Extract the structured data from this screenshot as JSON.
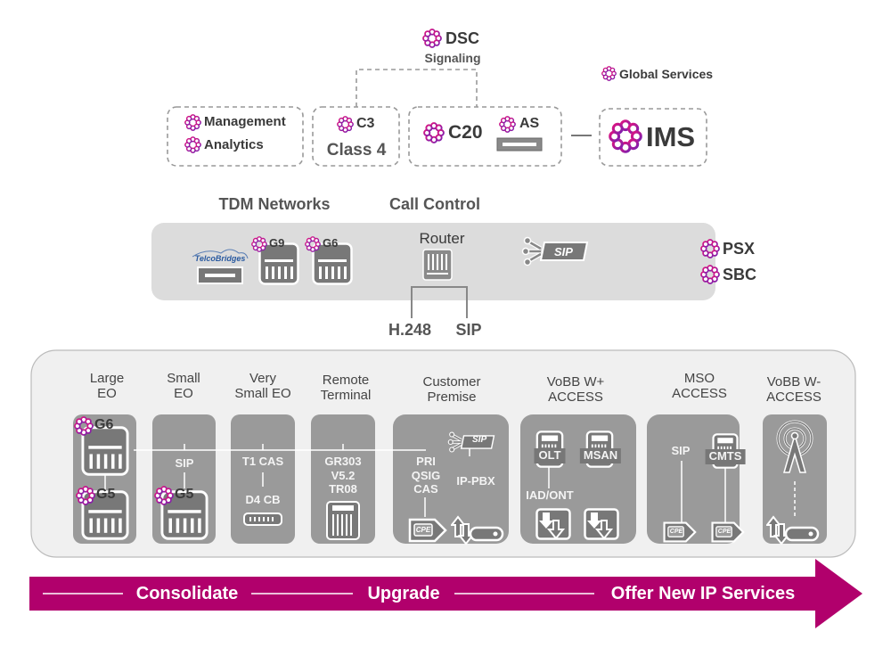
{
  "top": {
    "dsc": "DSC",
    "signaling": "Signaling",
    "global_services": "Global Services",
    "management": "Management",
    "analytics": "Analytics",
    "c3": "C3",
    "class4": "Class 4",
    "c20": "C20",
    "as": "AS",
    "ims": "IMS"
  },
  "middle": {
    "tdm_networks": "TDM Networks",
    "call_control": "Call Control",
    "telcobridges": "TelcoBridges",
    "g9": "G9",
    "g6": "G6",
    "router": "Router",
    "sip_badge": "SIP",
    "h248": "H.248",
    "sip": "SIP",
    "psx": "PSX",
    "sbc": "SBC"
  },
  "access": {
    "columns": [
      {
        "label": "Large\nEO"
      },
      {
        "label": "Small\nEO"
      },
      {
        "label": "Very\nSmall EO"
      },
      {
        "label": "Remote\nTerminal"
      },
      {
        "label": "Customer\nPremise"
      },
      {
        "label": "VoBB W+\nACCESS"
      },
      {
        "label": "MSO\nACCESS"
      },
      {
        "label": "VoBB W-\nACCESS"
      }
    ],
    "large_eo": {
      "g6": "G6",
      "g5": "G5"
    },
    "small_eo": {
      "sip": "SIP",
      "g5": "G5"
    },
    "very_small_eo": {
      "t1cas": "T1 CAS",
      "d4cb": "D4 CB"
    },
    "remote_terminal": {
      "protocols": "GR303\nV5.2\nTR08"
    },
    "customer_premise": {
      "protocols": "PRI\nQSIG\nCAS",
      "sip_badge": "SIP",
      "ippbx": "IP-PBX",
      "cpe": "CPE"
    },
    "vobb_wplus": {
      "olt": "OLT",
      "msan": "MSAN",
      "iad_ont": "IAD/ONT"
    },
    "mso": {
      "sip": "SIP",
      "cmts": "CMTS",
      "cpe": "CPE"
    }
  },
  "arrow": {
    "stages": [
      "Consolidate",
      "Upgrade",
      "Offer New IP Services"
    ]
  },
  "colors": {
    "brand_magenta": "#b1006c",
    "logo_ring": "#c8168c",
    "device_gray": "#787878",
    "panel_gray": "#dcdcdc"
  }
}
